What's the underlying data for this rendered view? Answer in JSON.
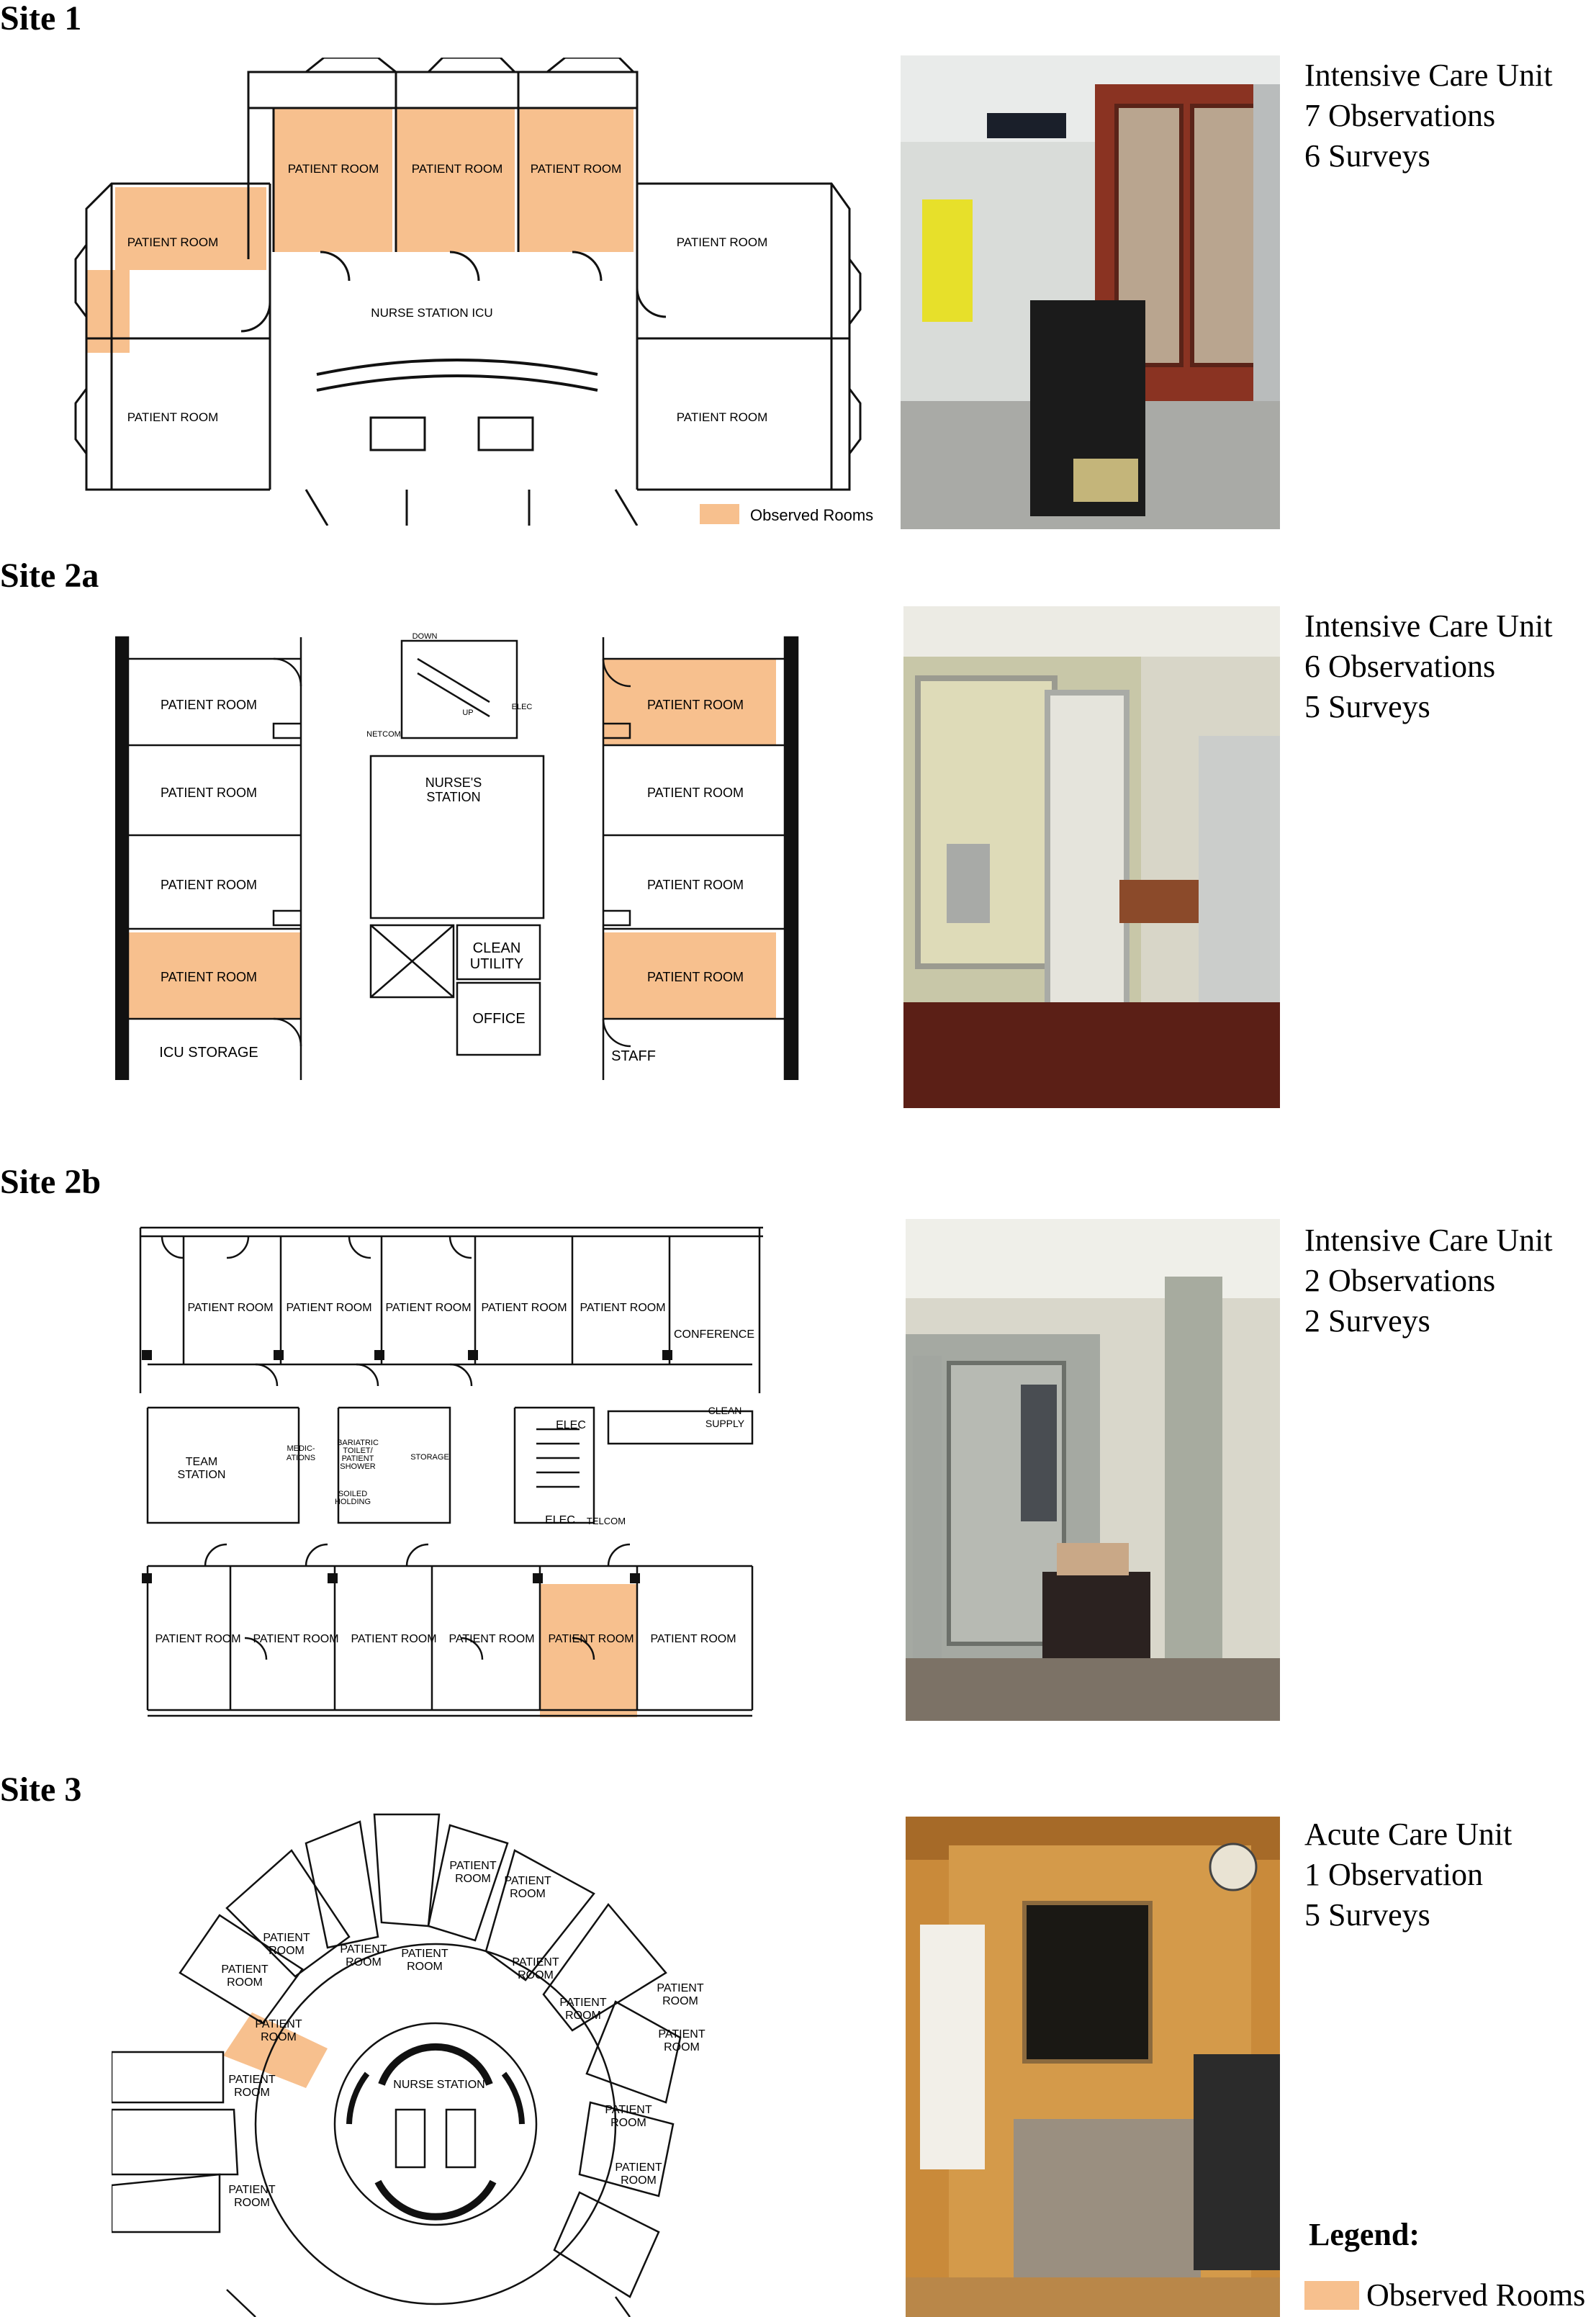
{
  "colors": {
    "observed": "#f7c08e",
    "wall": "#111111"
  },
  "legend": {
    "title": "Legend:",
    "label": "Observed Rooms"
  },
  "sites": [
    {
      "title": "Site 1",
      "unit": "Intensive Care Unit",
      "observations": "7 Observations",
      "surveys": "6 Surveys",
      "plan_labels": [
        "PATIENT ROOM",
        "NURSE STATION ICU",
        "Observed Rooms"
      ]
    },
    {
      "title": "Site 2a",
      "unit": "Intensive Care Unit",
      "observations": "6 Observations",
      "surveys": "5 Surveys",
      "plan_labels": [
        "PATIENT ROOM",
        "DOWN",
        "UP",
        "ELEC",
        "NETCOM",
        "NURSE'S",
        "STATION",
        "CLEAN",
        "UTILITY",
        "OFFICE",
        "ICU STORAGE",
        "STAFF"
      ]
    },
    {
      "title": "Site 2b",
      "unit": "Intensive Care Unit",
      "observations": "2 Observations",
      "surveys": "2 Surveys",
      "plan_labels": [
        "PATIENT ROOM",
        "CONFERENCE",
        "TEAM",
        "STATION",
        "MEDIC-",
        "ATIONS",
        "BARIATRIC",
        "TOILET/",
        "PATIENT",
        "SHOWER",
        "SOILED",
        "HOLDING",
        "STORAGE",
        "ELEC",
        "TELCOM",
        "CLEAN",
        "SUPPLY"
      ]
    },
    {
      "title": "Site 3",
      "unit": "Acute Care Unit",
      "observations": "1 Observation",
      "surveys": "5 Surveys",
      "plan_labels": [
        "PATIENT",
        "ROOM",
        "NURSE STATION"
      ]
    }
  ]
}
